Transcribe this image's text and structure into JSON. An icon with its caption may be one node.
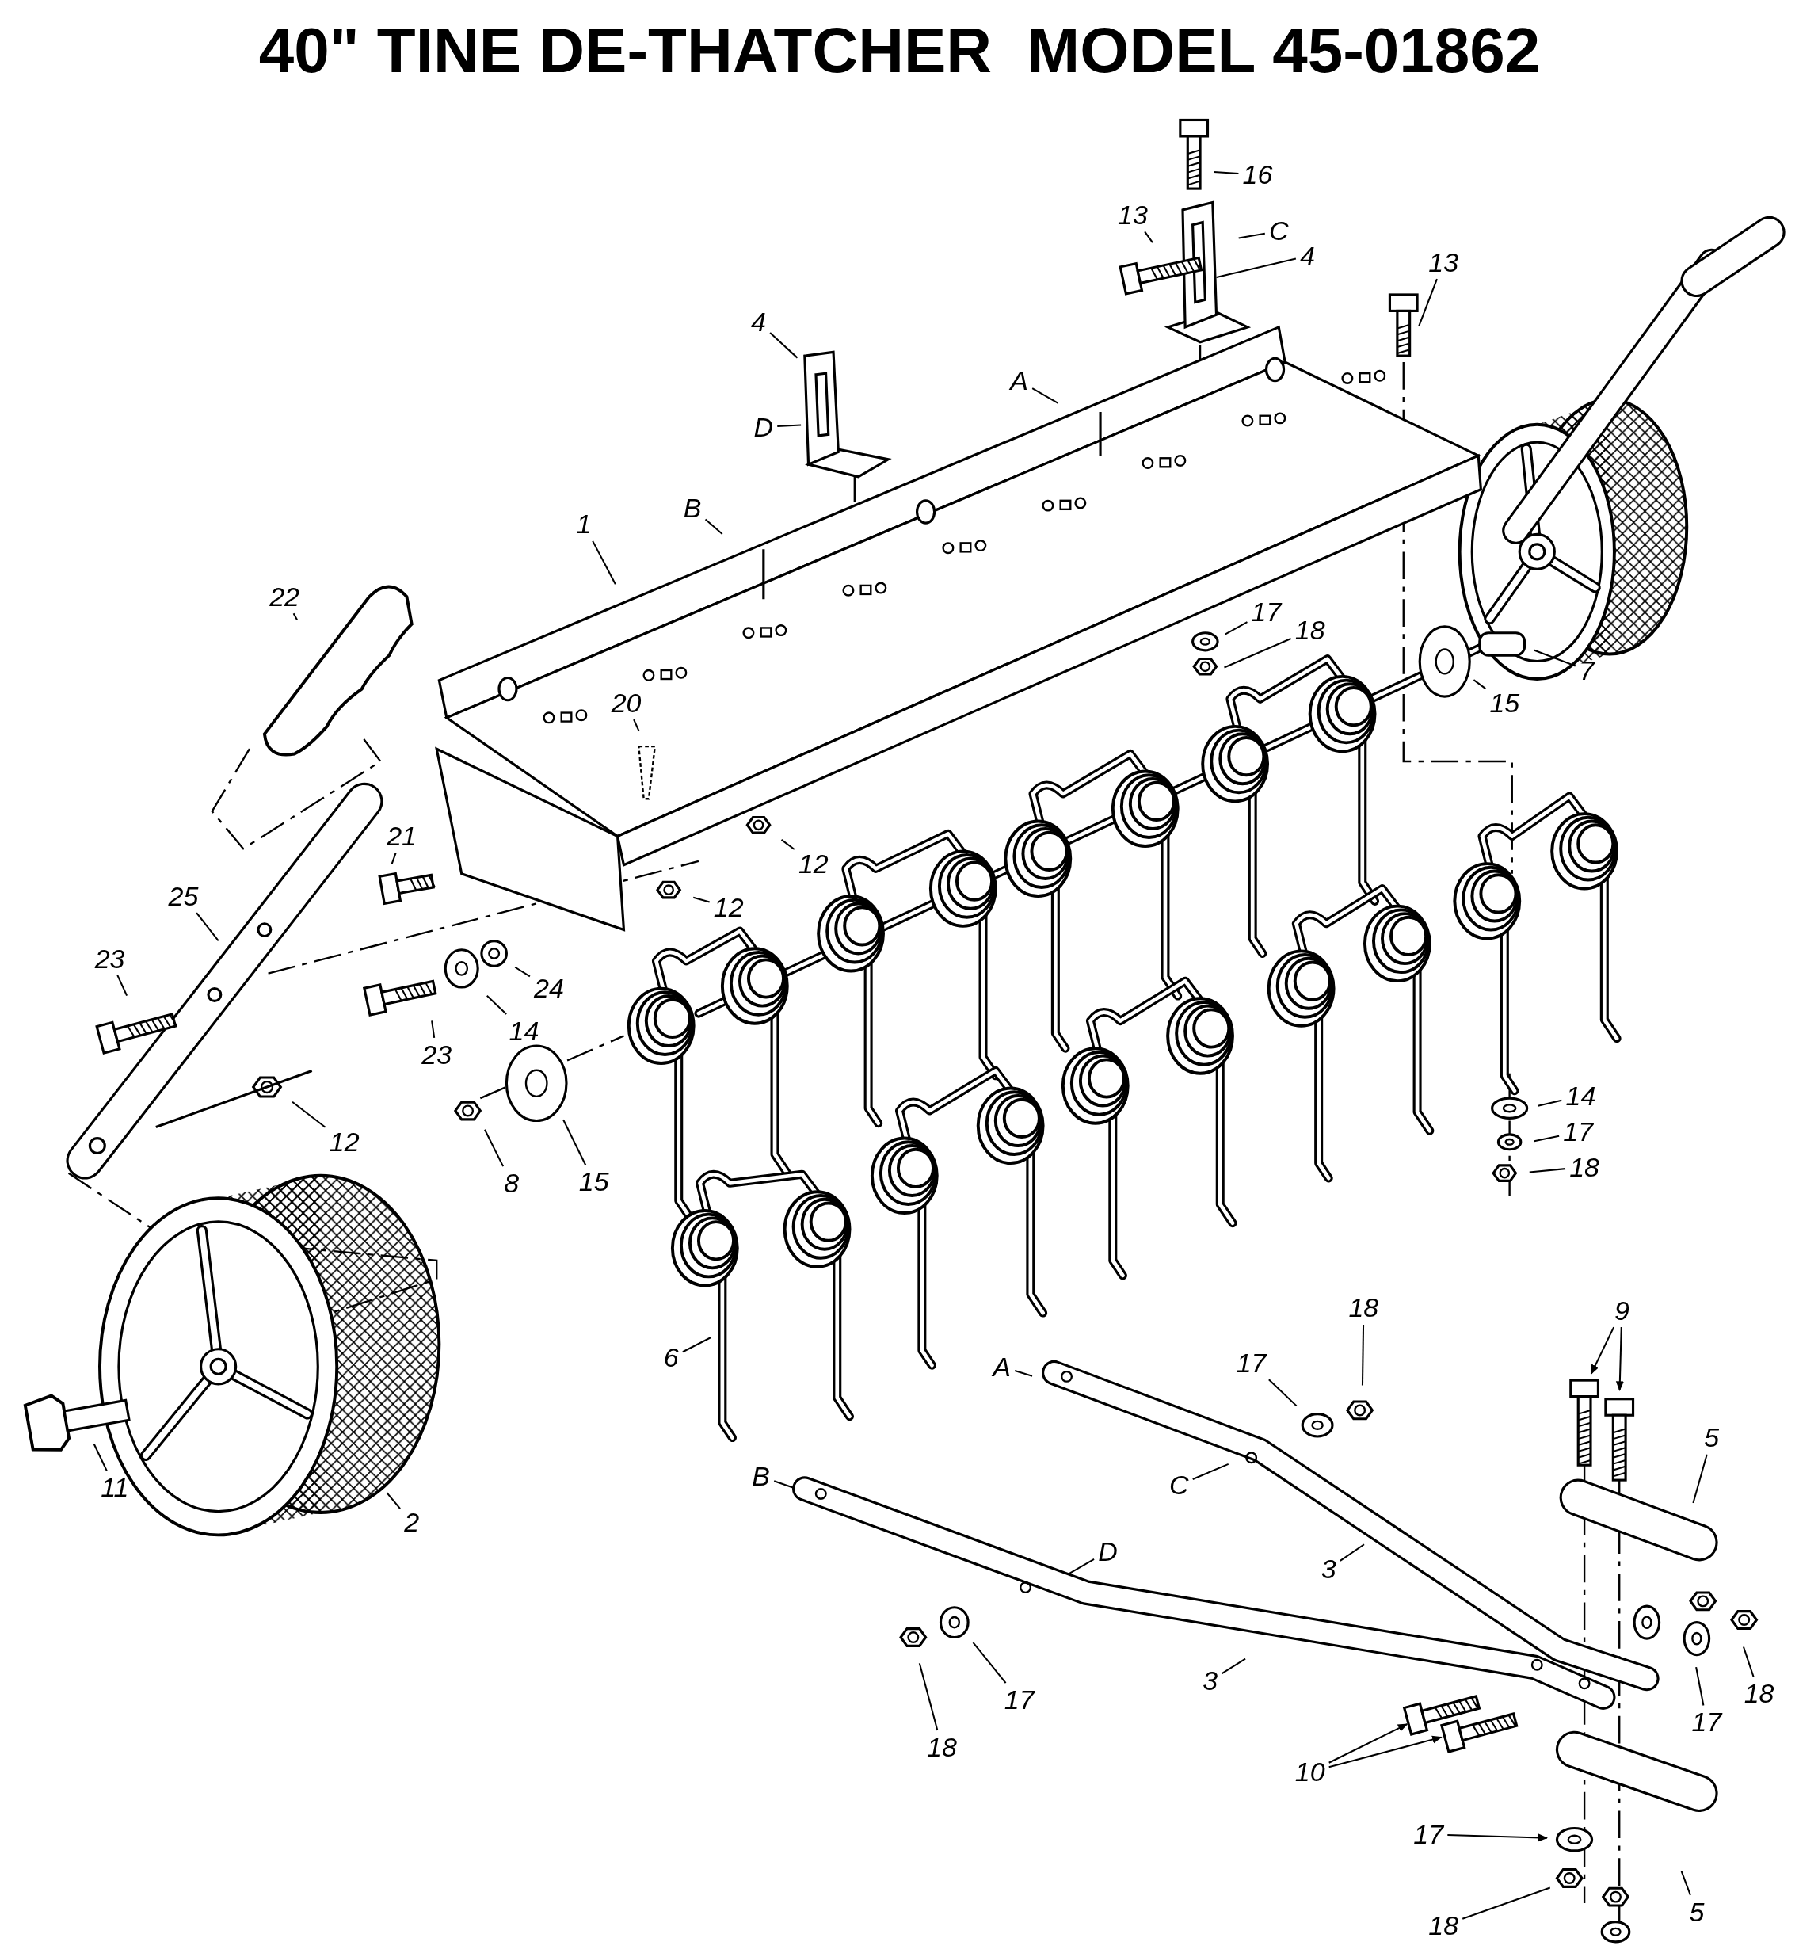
{
  "diagram": {
    "title": "40\" TINE DE-THATCHER  MODEL 45-01862",
    "nodes": [
      {
        "text": [
          "16"
        ]
      },
      {
        "text": [
          "13"
        ]
      },
      {
        "text": [
          "C"
        ]
      },
      {
        "text": [
          "4"
        ]
      },
      {
        "text": [
          "13"
        ]
      },
      {
        "text": [
          "4"
        ]
      },
      {
        "text": [
          "A"
        ]
      },
      {
        "text": [
          "D"
        ]
      },
      {
        "text": [
          "B"
        ]
      },
      {
        "text": [
          "1"
        ]
      },
      {
        "text": [
          "22"
        ]
      },
      {
        "text": [
          "17"
        ]
      },
      {
        "text": [
          "18"
        ]
      },
      {
        "text": [
          "7"
        ]
      },
      {
        "text": [
          "15"
        ]
      },
      {
        "text": [
          "20"
        ]
      },
      {
        "text": [
          "12"
        ]
      },
      {
        "text": [
          "21"
        ]
      },
      {
        "text": [
          "25"
        ]
      },
      {
        "text": [
          "12"
        ]
      },
      {
        "text": [
          "23"
        ]
      },
      {
        "text": [
          "24"
        ]
      },
      {
        "text": [
          "14"
        ]
      },
      {
        "text": [
          "23"
        ]
      },
      {
        "text": [
          "14"
        ]
      },
      {
        "text": [
          "17"
        ]
      },
      {
        "text": [
          "18"
        ]
      },
      {
        "text": [
          "12"
        ]
      },
      {
        "text": [
          "8"
        ]
      },
      {
        "text": [
          "15"
        ]
      },
      {
        "text": [
          "18"
        ]
      },
      {
        "text": [
          "9"
        ]
      },
      {
        "text": [
          "17"
        ]
      },
      {
        "text": [
          "A"
        ]
      },
      {
        "text": [
          "6"
        ]
      },
      {
        "text": [
          "5"
        ]
      },
      {
        "text": [
          "C"
        ]
      },
      {
        "text": [
          "B"
        ]
      },
      {
        "text": [
          "11"
        ]
      },
      {
        "text": [
          "2"
        ]
      },
      {
        "text": [
          "D"
        ]
      },
      {
        "text": [
          "3"
        ]
      },
      {
        "text": [
          "3"
        ]
      },
      {
        "text": [
          "17"
        ]
      },
      {
        "text": [
          "18"
        ]
      },
      {
        "text": [
          "17"
        ]
      },
      {
        "text": [
          "18"
        ]
      },
      {
        "text": [
          "10"
        ]
      },
      {
        "text": [
          "17"
        ]
      },
      {
        "text": [
          "5"
        ]
      },
      {
        "text": [
          "18"
        ]
      }
    ],
    "edges": [
      {
        "from": 0,
        "to": null,
        "arrow": "none"
      },
      {
        "from": 1,
        "to": null,
        "arrow": "none"
      },
      {
        "from": 2,
        "to": null,
        "arrow": "none"
      },
      {
        "from": 3,
        "to": null,
        "arrow": "none"
      },
      {
        "from": 4,
        "to": null,
        "arrow": "none"
      },
      {
        "from": 5,
        "to": null,
        "arrow": "none"
      },
      {
        "from": 6,
        "to": null,
        "arrow": "none"
      },
      {
        "from": 7,
        "to": null,
        "arrow": "none"
      },
      {
        "from": 8,
        "to": null,
        "arrow": "none"
      },
      {
        "from": 9,
        "to": null,
        "arrow": "none"
      },
      {
        "from": 10,
        "to": null,
        "arrow": "none"
      },
      {
        "from": 11,
        "to": null,
        "arrow": "none"
      },
      {
        "from": 12,
        "to": null,
        "arrow": "none"
      },
      {
        "from": 13,
        "to": null,
        "arrow": "none"
      },
      {
        "from": 14,
        "to": null,
        "arrow": "none"
      },
      {
        "from": 15,
        "to": null,
        "arrow": "none"
      },
      {
        "from": 16,
        "to": null,
        "arrow": "none"
      },
      {
        "from": 17,
        "to": null,
        "arrow": "none"
      },
      {
        "from": 18,
        "to": null,
        "arrow": "none"
      },
      {
        "from": 19,
        "to": null,
        "arrow": "none"
      },
      {
        "from": 20,
        "to": null,
        "arrow": "none"
      },
      {
        "from": 21,
        "to": null,
        "arrow": "none"
      },
      {
        "from": 22,
        "to": null,
        "arrow": "none"
      },
      {
        "from": 23,
        "to": null,
        "arrow": "none"
      },
      {
        "from": 24,
        "to": null,
        "arrow": "none"
      },
      {
        "from": 25,
        "to": null,
        "arrow": "none"
      },
      {
        "from": 26,
        "to": null,
        "arrow": "none"
      },
      {
        "from": 27,
        "to": null,
        "arrow": "none"
      },
      {
        "from": 28,
        "to": null,
        "arrow": "none"
      },
      {
        "from": 29,
        "to": null,
        "arrow": "none"
      },
      {
        "from": 30,
        "to": null,
        "arrow": "none"
      },
      {
        "from": 31,
        "to": null,
        "arrow": "to"
      },
      {
        "from": 31,
        "to": null,
        "arrow": "to"
      },
      {
        "from": 32,
        "to": null,
        "arrow": "none"
      },
      {
        "from": 33,
        "to": null,
        "arrow": "none"
      },
      {
        "from": 34,
        "to": null,
        "arrow": "none"
      },
      {
        "from": 35,
        "to": null,
        "arrow": "none"
      },
      {
        "from": 36,
        "to": null,
        "arrow": "none"
      },
      {
        "from": 37,
        "to": null,
        "arrow": "none"
      },
      {
        "from": 38,
        "to": null,
        "arrow": "none"
      },
      {
        "from": 39,
        "to": null,
        "arrow": "none"
      },
      {
        "from": 40,
        "to": null,
        "arrow": "none"
      },
      {
        "from": 41,
        "to": null,
        "arrow": "none"
      },
      {
        "from": 42,
        "to": null,
        "arrow": "none"
      },
      {
        "from": 43,
        "to": null,
        "arrow": "none"
      },
      {
        "from": 44,
        "to": null,
        "arrow": "none"
      },
      {
        "from": 45,
        "to": null,
        "arrow": "none"
      },
      {
        "from": 46,
        "to": null,
        "arrow": "none"
      },
      {
        "from": 47,
        "to": null,
        "arrow": "to"
      },
      {
        "from": 47,
        "to": null,
        "arrow": "to"
      },
      {
        "from": 48,
        "to": null,
        "arrow": "to"
      },
      {
        "from": 49,
        "to": null,
        "arrow": "none"
      },
      {
        "from": 50,
        "to": null,
        "arrow": "none"
      }
    ]
  }
}
